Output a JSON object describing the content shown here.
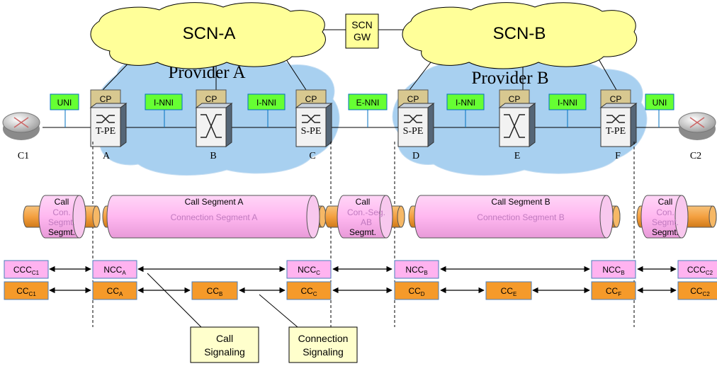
{
  "clouds": {
    "scn_a": "SCN-A",
    "scn_b": "SCN-B",
    "gw_line1": "SCN",
    "gw_line2": "GW",
    "provider_a": "Provider A",
    "provider_b": "Provider B"
  },
  "interfaces": [
    "UNI",
    "I-NNI",
    "I-NNI",
    "E-NNI",
    "I-NNI",
    "I-NNI",
    "UNI"
  ],
  "nodes": {
    "cp_label": "CP",
    "tpe_a": "T-PE",
    "spe_c": "S-PE",
    "spe_d": "S-PE",
    "tpe_f": "T-PE",
    "letters": [
      "A",
      "B",
      "C",
      "D",
      "E",
      "F"
    ],
    "c1": "C1",
    "c2": "C2"
  },
  "segments": {
    "call_label": "Call",
    "segm_label": "Segmt.",
    "con_line1": "Con.",
    "con_line2": "Segmt.",
    "conseg_line1": "Con.-Seg.",
    "conseg_line2": "AB",
    "call_seg_a": "Call Segment A",
    "conn_seg_a": "Connection Segment A",
    "call_seg_b": "Call Segment B",
    "conn_seg_b": "Connection Segment B"
  },
  "controllers": {
    "ccc1": {
      "main": "CCC",
      "sub": "C1"
    },
    "ncca": {
      "main": "NCC",
      "sub": "A"
    },
    "nccc": {
      "main": "NCC",
      "sub": "C"
    },
    "nccb1": {
      "main": "NCC",
      "sub": "B"
    },
    "nccb2": {
      "main": "NCC",
      "sub": "B"
    },
    "ccc2": {
      "main": "CCC",
      "sub": "C2"
    },
    "cc_c1": {
      "main": "CC",
      "sub": "C1"
    },
    "cc_a": {
      "main": "CC",
      "sub": "A"
    },
    "cc_b": {
      "main": "CC",
      "sub": "B"
    },
    "cc_c": {
      "main": "CC",
      "sub": "C"
    },
    "cc_d": {
      "main": "CC",
      "sub": "D"
    },
    "cc_e": {
      "main": "CC",
      "sub": "E"
    },
    "cc_f": {
      "main": "CC",
      "sub": "F"
    },
    "cc_c2": {
      "main": "CC",
      "sub": "C2"
    }
  },
  "callouts": {
    "call_sig_1": "Call",
    "call_sig_2": "Signaling",
    "conn_sig_1": "Connection",
    "conn_sig_2": "Signaling"
  },
  "colors": {
    "cloud_yellow": "#FFFF99",
    "cloud_blue": "#A8D0F0",
    "iface_green": "#66FF33",
    "cp_tan": "#D8C890",
    "ncc_pink": "#FFB3F0",
    "cc_orange": "#F59A2A",
    "callout_bg": "#FFFFCC"
  }
}
